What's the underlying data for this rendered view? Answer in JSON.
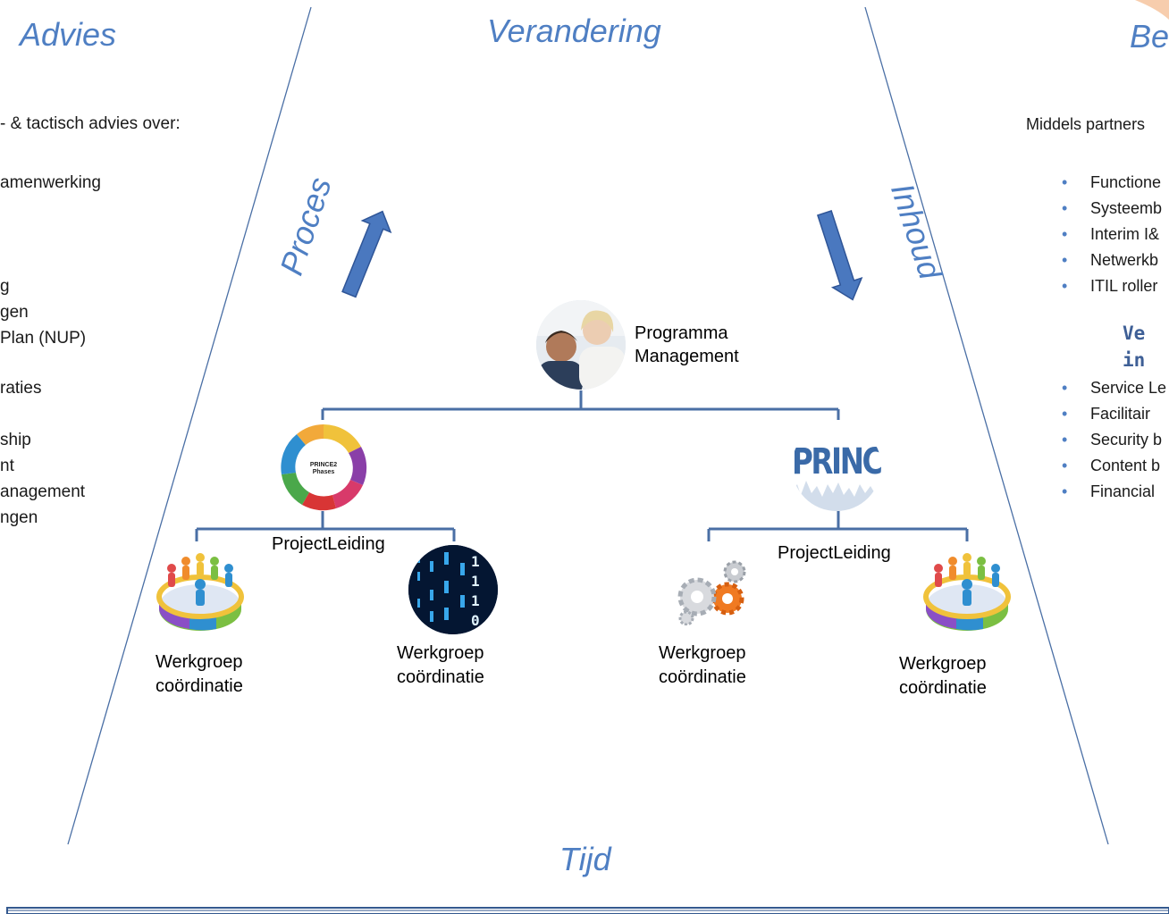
{
  "headings": {
    "advies": "Advies",
    "verandering": "Verandering",
    "beheer": "Be",
    "tijd": "Tijd"
  },
  "arrows": {
    "proces": "Proces",
    "inhoud": "Inhoud"
  },
  "left_panel": {
    "intro": "- & tactisch advies over:",
    "lines": [
      "amenwerking",
      "g",
      "gen",
      "Plan (NUP)",
      "raties",
      "ship",
      "nt",
      "anagement",
      "ngen"
    ]
  },
  "right_panel": {
    "intro": "Middels partners",
    "group1": [
      "Functione",
      "Systeemb",
      "Interim I&",
      "Netwerkb",
      "ITIL roller"
    ],
    "subheading_1": "Ve",
    "subheading_2": "in",
    "group2": [
      "Service Le",
      "Facilitair",
      "Security b",
      "Content b",
      "Financial"
    ]
  },
  "org_chart": {
    "top": {
      "line1": "Programma",
      "line2": "Management"
    },
    "left_branch": {
      "label": "ProjectLeiding",
      "icon": "prince2-phases-cycle",
      "icon_title": "PRINCE2",
      "icon_subtitle": "Phases"
    },
    "right_branch": {
      "label": "ProjectLeiding",
      "icon": "prince-logo",
      "logo_text": "PRINC"
    },
    "workgroups": [
      {
        "line1": "Werkgroep",
        "line2": "coördinatie",
        "icon": "people-circle-icon"
      },
      {
        "line1": "Werkgroep",
        "line2": "coördinatie",
        "icon": "binary-code-icon"
      },
      {
        "line1": "Werkgroep",
        "line2": "coördinatie",
        "icon": "gears-icon"
      },
      {
        "line1": "Werkgroep",
        "line2": "coördinatie",
        "icon": "people-circle-icon"
      }
    ]
  },
  "colors": {
    "accent_blue": "#4f7fc3",
    "connector_blue": "#4a6fa5",
    "divider_blue": "#34598f"
  }
}
